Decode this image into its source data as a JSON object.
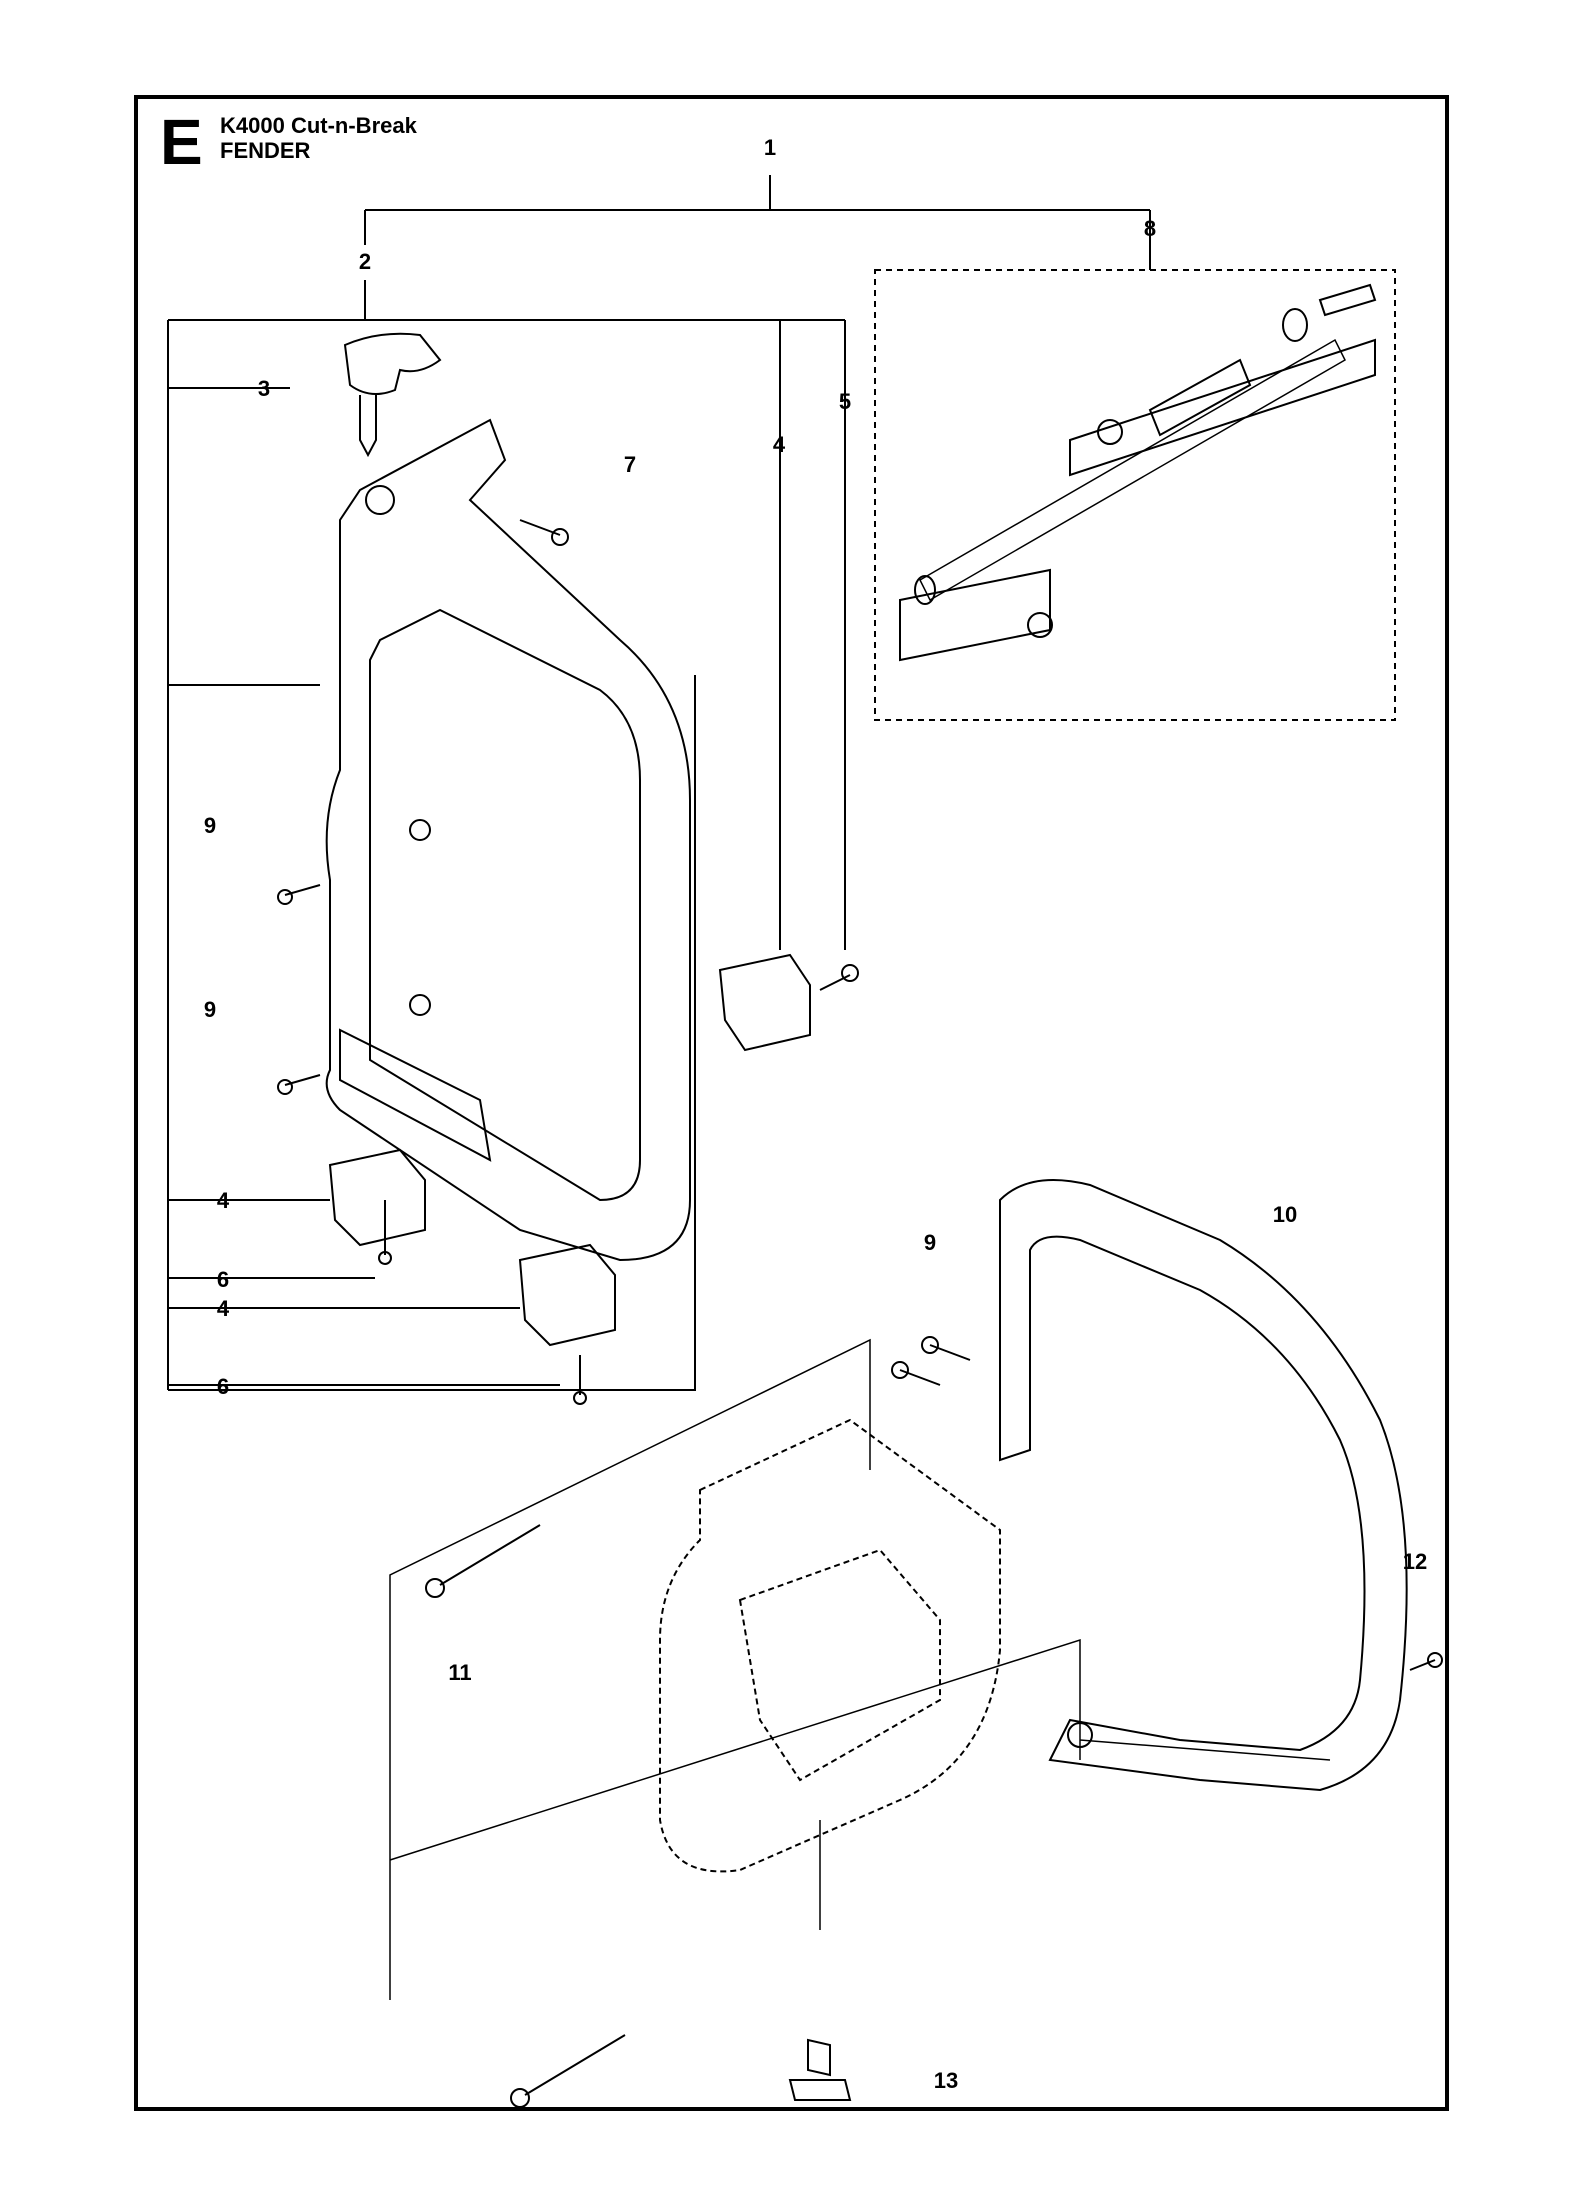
{
  "section": {
    "letter": "E",
    "model": "K4000 Cut-n-Break",
    "name": "FENDER"
  },
  "callouts": {
    "c1": "1",
    "c2": "2",
    "c3": "3",
    "c4a": "4",
    "c4b": "4",
    "c4c": "4",
    "c5": "5",
    "c6a": "6",
    "c6b": "6",
    "c7": "7",
    "c8": "8",
    "c9a": "9",
    "c9b": "9",
    "c9c": "9",
    "c10": "10",
    "c11": "11",
    "c12": "12",
    "c13": "13"
  }
}
